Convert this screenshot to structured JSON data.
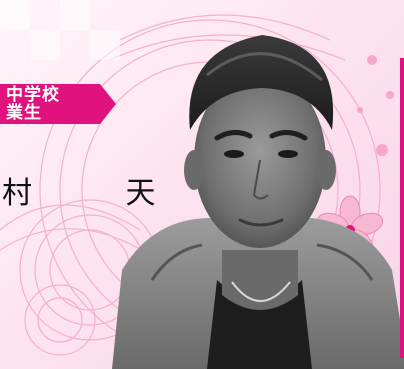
{
  "badge": {
    "line1": "中学校",
    "line2": "業生",
    "color": "#e0127e"
  },
  "name": {
    "text": "村 天"
  },
  "colors": {
    "accent": "#e0127e",
    "background": "#fde4ef",
    "ornament": "#f2a7c8"
  },
  "icons": [
    "cherry-blossom-icon",
    "ornament-circles"
  ]
}
